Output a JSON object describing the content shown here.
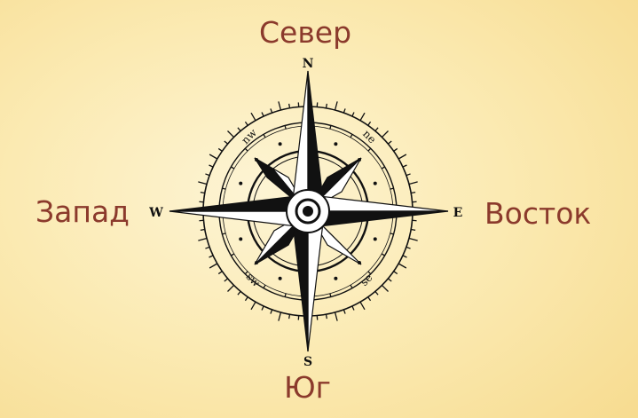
{
  "labels": {
    "north": "Север",
    "south": "Юг",
    "west": "Запад",
    "east": "Восток"
  },
  "rose": {
    "cardinal": {
      "n": "N",
      "s": "S",
      "w": "W",
      "e": "E"
    },
    "ordinal": {
      "nw": "nw",
      "ne": "ne",
      "sw": "sw",
      "se": "se"
    }
  },
  "colors": {
    "label": "#8b3a2c",
    "ink": "#111111",
    "paper": "#ffffff"
  }
}
